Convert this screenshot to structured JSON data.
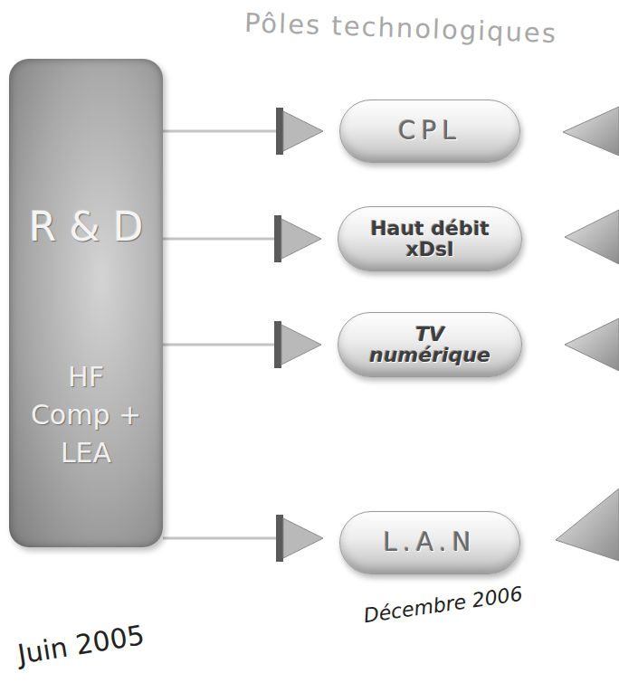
{
  "diagram": {
    "title": "Pôles technologiques",
    "nodes": [
      {
        "text": [
          "R & D",
          "HF Comp + LEA"
        ]
      },
      {
        "text": [
          "CPL"
        ]
      },
      {
        "text": [
          "Haut débit xDsl"
        ]
      },
      {
        "text": [
          "TV numérique"
        ]
      },
      {
        "text": [
          "L.A.N"
        ]
      }
    ],
    "edges": [
      {
        "from": 0,
        "to": 1,
        "arrow": "to"
      },
      {
        "from": 0,
        "to": 2,
        "arrow": "to"
      },
      {
        "from": 0,
        "to": 3,
        "arrow": "to"
      },
      {
        "from": 0,
        "to": 4,
        "arrow": "to"
      }
    ],
    "labels": [
      "Juin 2005",
      "Décembre 2006"
    ]
  }
}
